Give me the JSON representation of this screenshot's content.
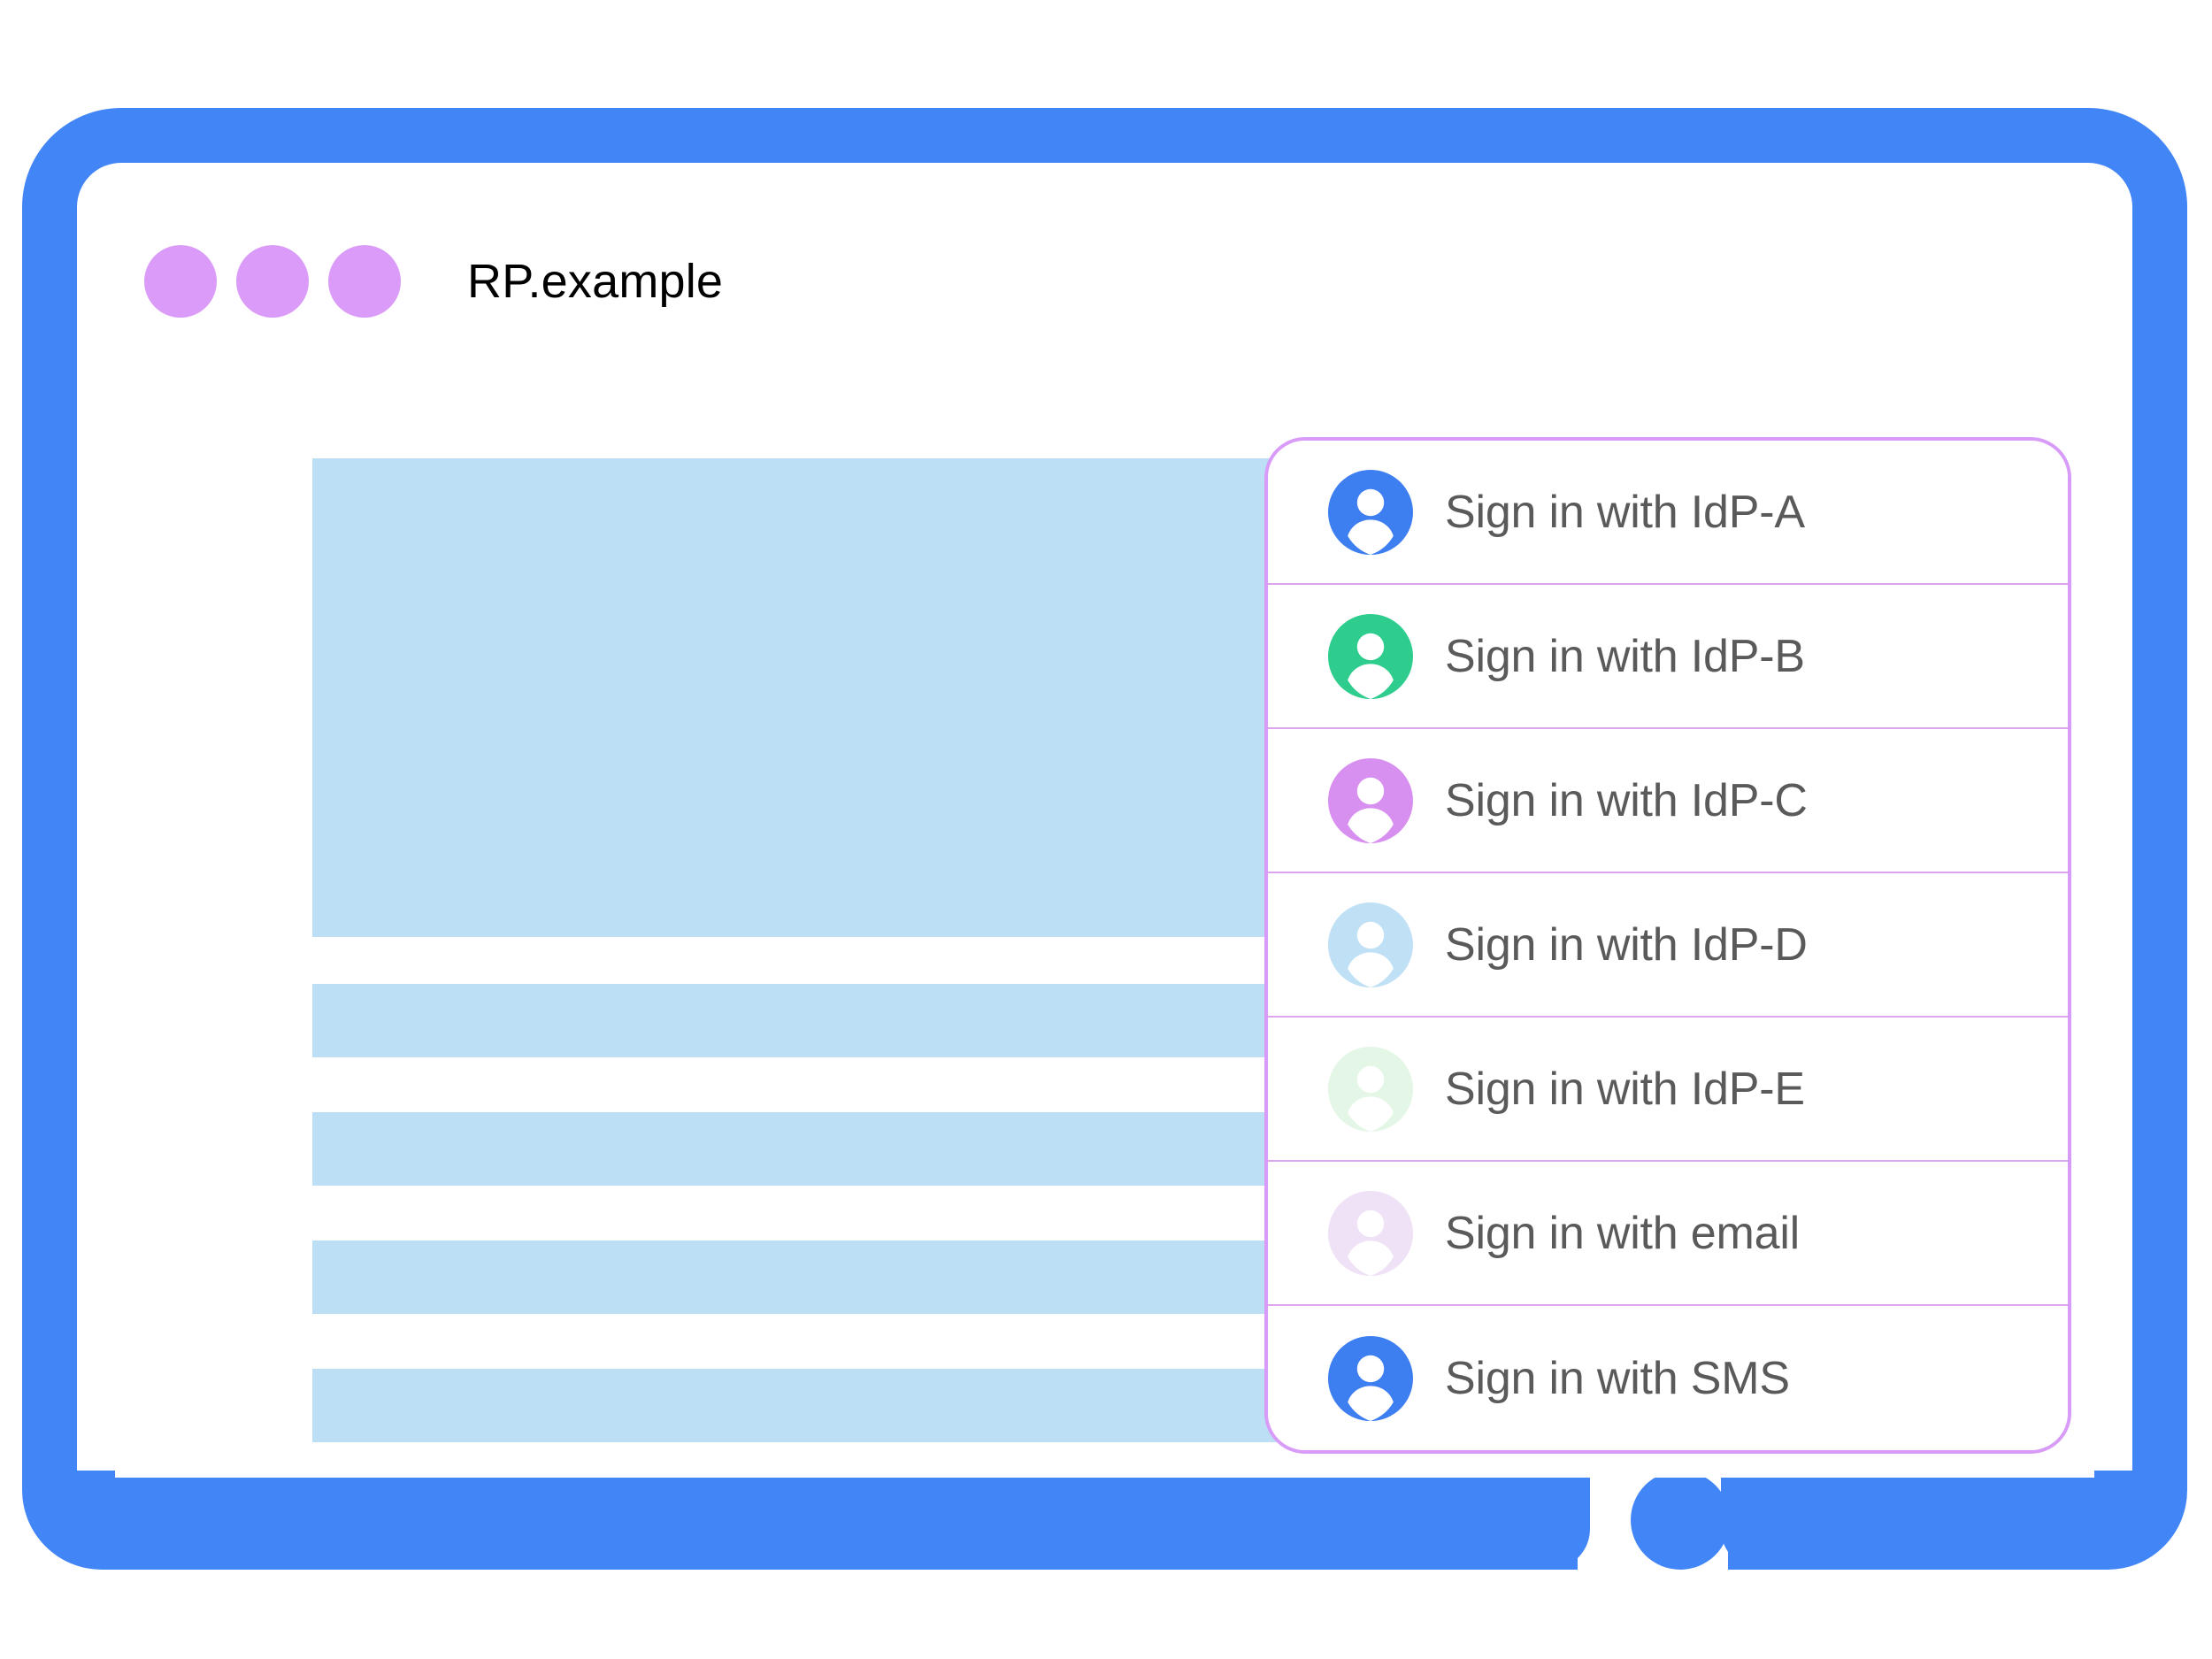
{
  "colors": {
    "brand_blue": "#4285F7",
    "accent_purple": "#DB9BF8",
    "skeleton_blue": "#BDDFF6",
    "card_border": "#D99BF8",
    "divider": "#DCA4EE",
    "label_color": "#5A5A5A"
  },
  "browser": {
    "title": "RP.example",
    "window_dots": [
      "window-dot-1",
      "window-dot-2",
      "window-dot-3"
    ]
  },
  "content": {
    "placeholders": [
      {
        "name": "hero-block"
      },
      {
        "name": "text-line-1"
      },
      {
        "name": "text-line-2"
      },
      {
        "name": "text-line-3"
      },
      {
        "name": "text-line-4"
      }
    ]
  },
  "account_chooser": {
    "accounts": [
      {
        "label": "Sign in with IdP-A",
        "icon": "account-avatar-icon",
        "avatar_color": "#3D7EF0"
      },
      {
        "label": "Sign in with IdP-B",
        "icon": "account-avatar-icon",
        "avatar_color": "#2ECD8E"
      },
      {
        "label": "Sign in with IdP-C",
        "icon": "account-avatar-icon",
        "avatar_color": "#D78FF0"
      },
      {
        "label": "Sign in with IdP-D",
        "icon": "account-avatar-icon",
        "avatar_color": "#BFE0F5"
      },
      {
        "label": "Sign in with IdP-E",
        "icon": "account-avatar-icon",
        "avatar_color": "#E4F6E6"
      },
      {
        "label": "Sign in with email",
        "icon": "account-avatar-icon",
        "avatar_color": "#EFE1F6"
      },
      {
        "label": "Sign in with SMS",
        "icon": "account-avatar-icon",
        "avatar_color": "#3D7EF0"
      }
    ]
  },
  "device": {
    "home_button": "home-button"
  }
}
